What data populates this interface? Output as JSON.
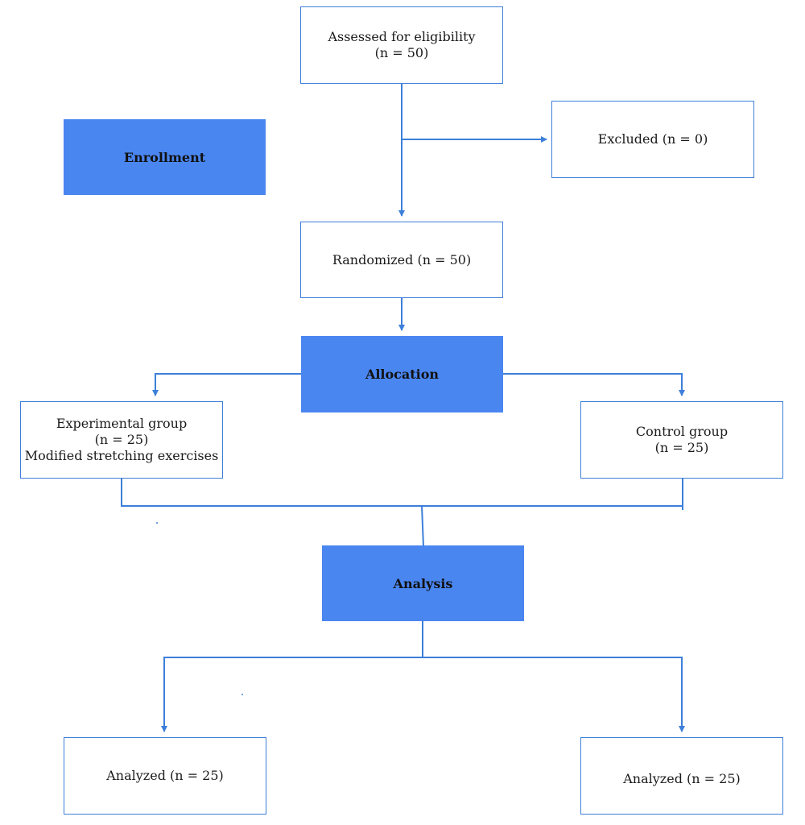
{
  "stages": {
    "enrollment": "Enrollment",
    "allocation": "Allocation",
    "analysis": "Analysis"
  },
  "boxes": {
    "assessed": {
      "line1": "Assessed for eligibility",
      "line2": "(n = 50)"
    },
    "excluded": {
      "line1": "Excluded (n = 0)"
    },
    "randomized": {
      "line1": "Randomized (n = 50)"
    },
    "experimental": {
      "line1": "Experimental group",
      "line2": "(n = 25)",
      "line3": "Modified stretching exercises"
    },
    "control": {
      "line1": "Control group",
      "line2": "(n = 25)"
    },
    "analyzed_left": {
      "line1": "Analyzed (n = 25)"
    },
    "analyzed_right": {
      "line1": "Analyzed (n = 25)"
    }
  },
  "colors": {
    "stage_fill": "#4a86f0",
    "border": "#3d7fd9",
    "connector": "#3d7fd9"
  }
}
